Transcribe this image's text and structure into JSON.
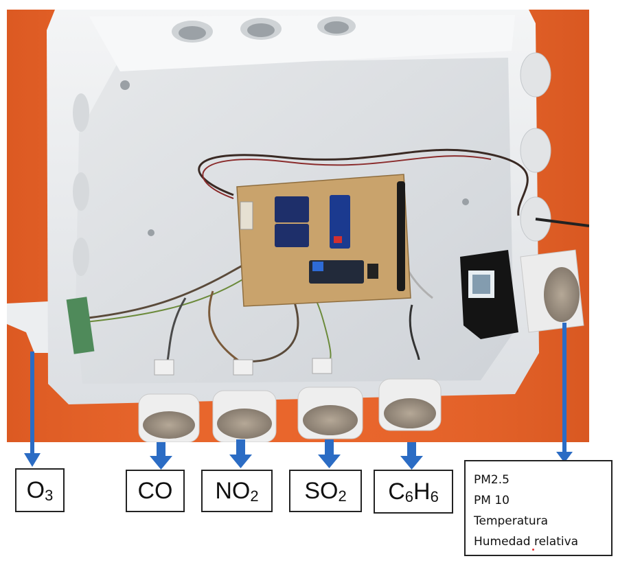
{
  "labels": {
    "o3": {
      "main": "O",
      "sub": "3"
    },
    "co": {
      "main": "CO"
    },
    "no2": {
      "main": "NO",
      "sub": "2"
    },
    "so2": {
      "main": "SO",
      "sub": "2"
    },
    "c6h6": {
      "a": "C",
      "a_sub": "6",
      "b": "H",
      "b_sub": "6"
    }
  },
  "pm_box": {
    "line1": "PM2.5",
    "line2": "PM 10",
    "line3": "Temperatura",
    "line4": "Humedad relativa"
  },
  "colors": {
    "arrow": "#2b6cc4",
    "background_wall": "#e8632a",
    "enclosure": "#e9ecef",
    "pcb": "#c9a36c",
    "module_blue": "#1f3a8a"
  }
}
